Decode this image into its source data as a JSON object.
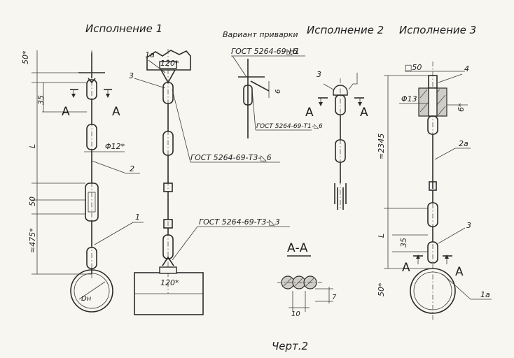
{
  "titles": {
    "variant1": "Исполнение 1",
    "variant2": "Исполнение 2",
    "variant3": "Исполнение 3",
    "weld_option": "Вариант приварки"
  },
  "weld_callouts": {
    "gost_h1": "ГОСТ 5264-69-Н1",
    "gost_h1_leg": "- ◺6",
    "gost_t1": "ГОСТ 5264-69-Т1-◺6",
    "gost_t3_6": "ГОСТ 5264-69-Т3-◺6",
    "gost_t3_3": "ГОСТ 5264-69-Т3-◺3"
  },
  "dimensions": {
    "d50_star_top": "50*",
    "d35_left": "35",
    "dL_left": "L",
    "phi12": "Φ12*",
    "d50_mid": "50",
    "d475": "≈475*",
    "d120_top": "120*",
    "d120_bottom": "120*",
    "d6_weld": "6",
    "dsq50": "□50",
    "phi13": "Φ13",
    "d6_star": "6*",
    "d2345": "≈2345",
    "dL_right": "L",
    "d35_right": "35",
    "d50_star_bottom": "50*",
    "d10": "10",
    "d7": "7",
    "dDn": "Dн"
  },
  "positions": {
    "p1a_top": "1а",
    "p3_left": "3",
    "p2": "2",
    "p1": "1",
    "p3_mid": "3",
    "p4": "4",
    "p2a": "2а",
    "p3_right": "3",
    "p1a_right": "1а"
  },
  "section_marks": {
    "a_left_1": "А",
    "a_left_2": "А",
    "a_mid_1": "А",
    "a_mid_2": "А",
    "a_right_1": "А",
    "a_right_2": "А",
    "section_title": "А-А"
  },
  "caption": "Черт.2"
}
